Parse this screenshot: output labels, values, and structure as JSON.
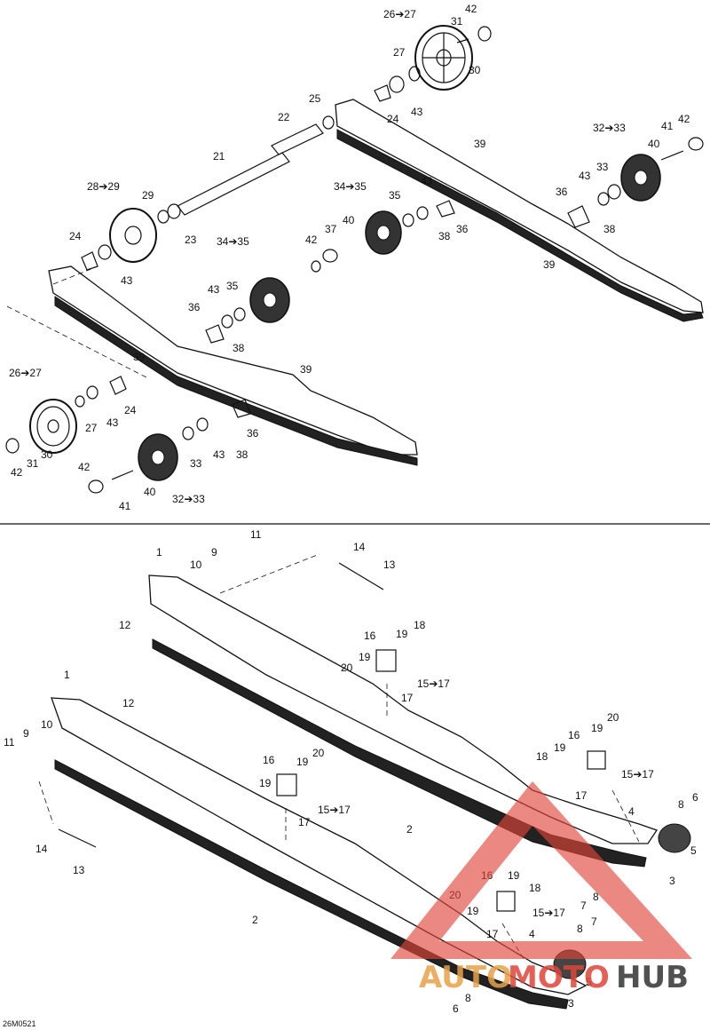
{
  "figure_code": "26M0521",
  "watermark": {
    "text_a": "AUTO",
    "text_b": "MOTO",
    "text_c": "HUB",
    "color_red": "#e0453a",
    "color_gold": "#e8a24a",
    "color_dark": "#333333"
  },
  "labels": {
    "l26_27a": "26➔27",
    "l31a": "31",
    "l42a": "42",
    "l27a": "27",
    "l30a": "30",
    "l25": "25",
    "l22": "22",
    "l24a": "24",
    "l43a": "43",
    "l32_33a": "32➔33",
    "l41a": "41",
    "l42b": "42",
    "l39a": "39",
    "l40a": "40",
    "l33a": "33",
    "l43b": "43",
    "l21": "21",
    "l28_29": "28➔29",
    "l29": "29",
    "l23": "23",
    "l34_35a": "34➔35",
    "l43c": "43",
    "l35a": "35",
    "l36a": "36",
    "l38a": "38",
    "l38b": "38",
    "l36b": "36",
    "l39b": "39",
    "l24b": "24",
    "l43d": "43",
    "l40b": "40",
    "l37": "37",
    "l42c": "42",
    "l34_35b": "34➔35",
    "l43e": "43",
    "l35b": "35",
    "l36c": "36",
    "l38c": "38",
    "l39c": "39",
    "l39d": "39",
    "l26_27b": "26➔27",
    "l24c": "24",
    "l27b": "27",
    "l43f": "43",
    "l36d": "36",
    "l42d": "42",
    "l31b": "31",
    "l30b": "30",
    "l43g": "43",
    "l33b": "33",
    "l38d": "38",
    "l42e": "42",
    "l40c": "40",
    "l32_33b": "32➔33",
    "l41b": "41",
    "b1a": "1",
    "b11a": "11",
    "b9a": "9",
    "b10a": "10",
    "b14a": "14",
    "b13a": "13",
    "b12a": "12",
    "b16a": "16",
    "b19a": "19",
    "b18a": "18",
    "b20a": "20",
    "b19b": "19",
    "b15_17a": "15➔17",
    "b17a": "17",
    "b1b": "1",
    "b12b": "12",
    "b11b": "11",
    "b9b": "9",
    "b10b": "10",
    "b16b": "16",
    "b19c": "19",
    "b20b": "20",
    "b19d": "19",
    "b15_17b": "15➔17",
    "b17b": "17",
    "b14b": "14",
    "b13b": "13",
    "b2a": "2",
    "b20c": "20",
    "b16c": "16",
    "b19e": "19",
    "b18b": "18",
    "b19f": "19",
    "b15_17c": "15➔17",
    "b17c": "17",
    "b4a": "4",
    "b8a": "8",
    "b6a": "6",
    "b5a": "5",
    "b3a": "3",
    "b2b": "2",
    "b16d": "16",
    "b18c": "18",
    "b19g": "19",
    "b20d": "20",
    "b19h": "19",
    "b15_17d": "15➔17",
    "b17d": "17",
    "b8b": "8",
    "b7a": "7",
    "b4b": "4",
    "b7b": "7",
    "b8c": "8",
    "b5b": "5",
    "b3b": "3",
    "b6b": "6",
    "b8d": "8"
  }
}
